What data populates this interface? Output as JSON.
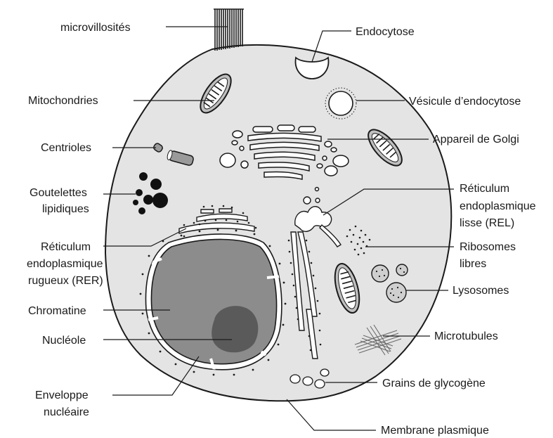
{
  "labels": {
    "microvillosites": "microvillosités",
    "mitochondries": "Mitochondries",
    "centrioles": "Centrioles",
    "goutelettes_1": "Goutelettes",
    "goutelettes_2": "lipidiques",
    "rer_1": "Réticulum",
    "rer_2": "endoplasmique",
    "rer_3": "rugueux (RER)",
    "chromatine": "Chromatine",
    "nucleole": "Nucléole",
    "enveloppe_1": "Enveloppe",
    "enveloppe_2": "nucléaire",
    "endocytose": "Endocytose",
    "vesicule": "Vésicule d’endocytose",
    "golgi": "Appareil de Golgi",
    "rel_1": "Réticulum",
    "rel_2": "endoplasmique",
    "rel_3": "lisse (REL)",
    "ribosomes_1": "Ribosomes",
    "ribosomes_2": "libres",
    "lysosomes": "Lysosomes",
    "microtubules": "Microtubules",
    "glycogene": "Grains de glycogène",
    "membrane": "Membrane plasmique"
  },
  "colors": {
    "cytoplasm": "#e4e4e4",
    "nucleus": "#8c8c8c",
    "nucleolus": "#5a5a5a",
    "outline": "#1a1a1a"
  }
}
